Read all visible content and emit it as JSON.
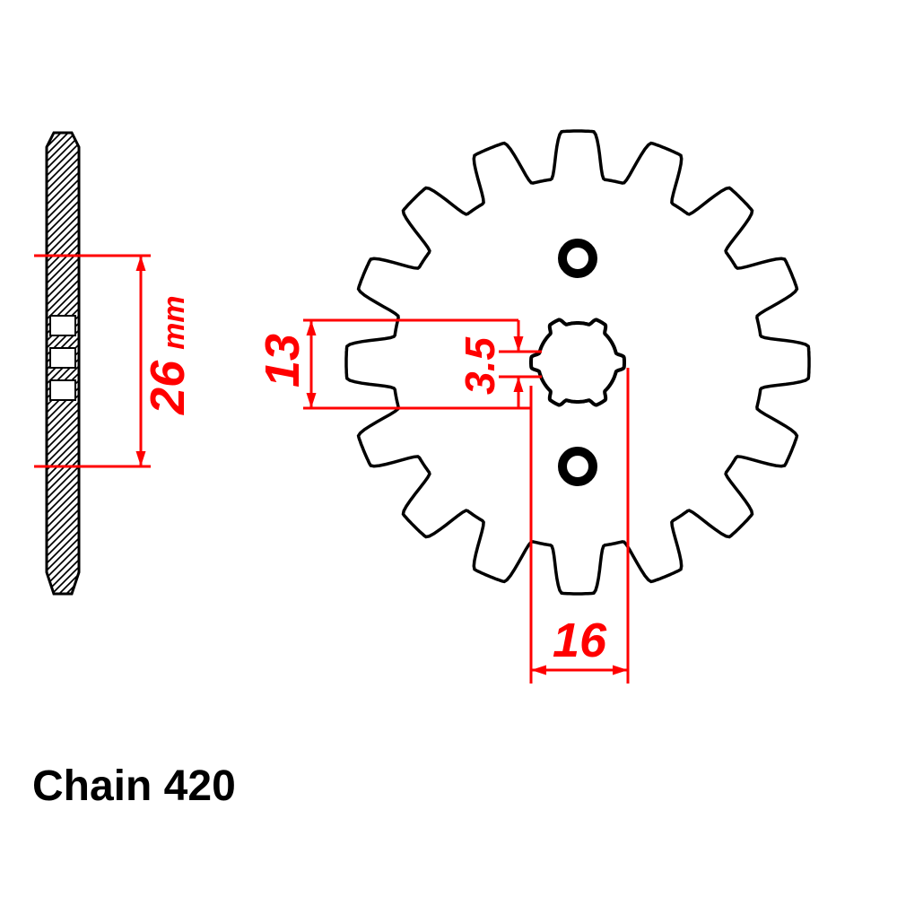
{
  "labels": {
    "chain": "Chain 420"
  },
  "dimensions": {
    "hub_width": {
      "value": "26",
      "unit": "mm"
    },
    "tooth_span": {
      "value": "13"
    },
    "spline_depth": {
      "value": "3.5"
    },
    "bore": {
      "value": "16"
    }
  },
  "front_view": {
    "teeth": 16,
    "bolt_holes": 2,
    "spline_notches": 6
  },
  "colors": {
    "outline": "#000000",
    "dimension": "#ff0000",
    "background": "#ffffff"
  }
}
